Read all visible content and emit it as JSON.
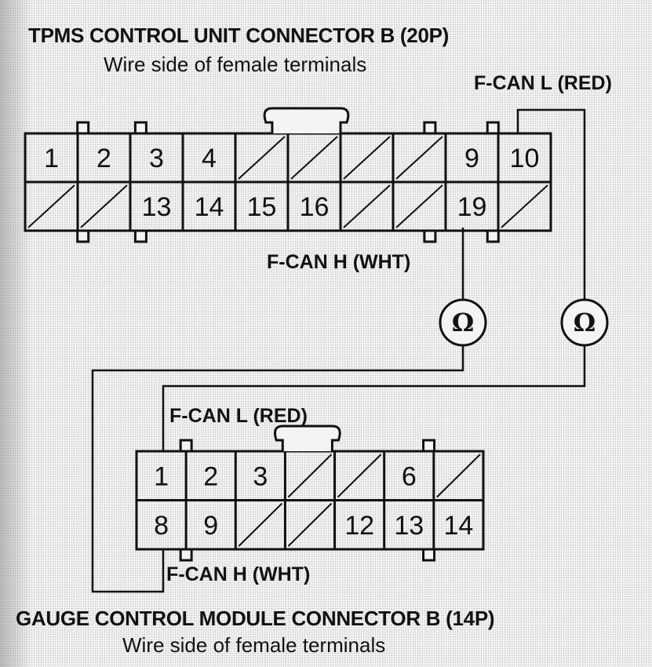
{
  "top_connector": {
    "title": "TPMS CONTROL UNIT CONNECTOR B (20P)",
    "subtitle": "Wire side of female terminals",
    "top_row": [
      "1",
      "2",
      "3",
      "4",
      "",
      "",
      "",
      "",
      "9",
      "10"
    ],
    "bottom_row": [
      "",
      "",
      "13",
      "14",
      "15",
      "16",
      "",
      "",
      "19",
      ""
    ],
    "wire_label_low": "F-CAN L (RED)",
    "wire_label_high": "F-CAN H (WHT)"
  },
  "bottom_connector": {
    "title": "GAUGE CONTROL MODULE CONNECTOR B (14P)",
    "subtitle": "Wire side of female terminals",
    "top_row": [
      "1",
      "2",
      "3",
      "",
      "",
      "6",
      ""
    ],
    "bottom_row": [
      "8",
      "9",
      "",
      "",
      "12",
      "13",
      "14"
    ],
    "wire_label_low": "F-CAN L (RED)",
    "wire_label_high": "F-CAN H (WHT)"
  },
  "meters": [
    {
      "symbol": "Ω"
    },
    {
      "symbol": "Ω"
    }
  ]
}
